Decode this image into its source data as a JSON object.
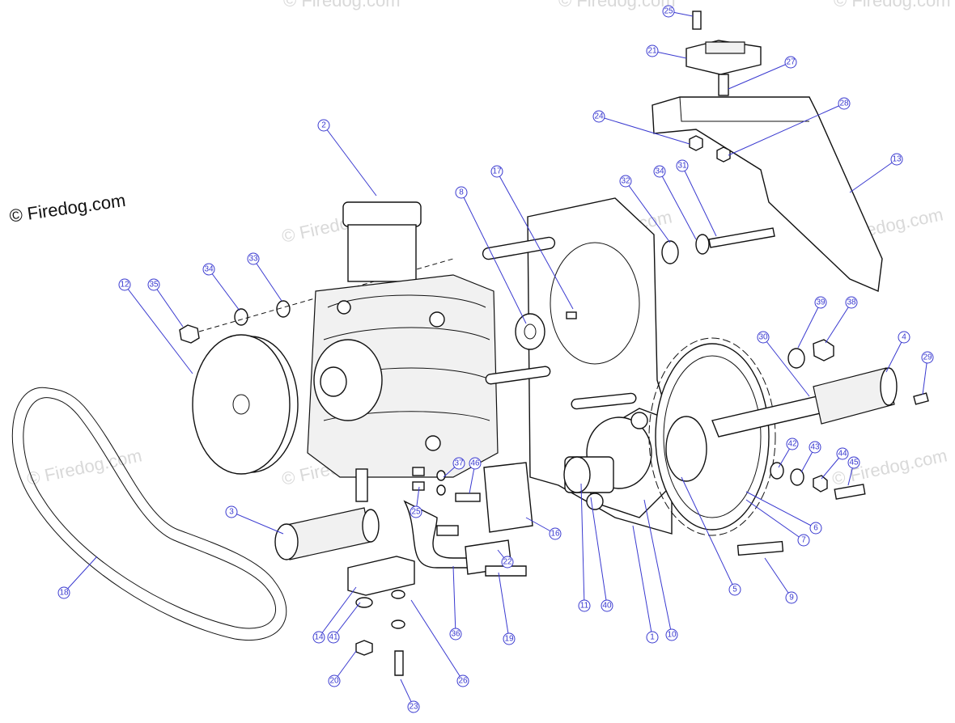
{
  "copyright_text": "© Firedog.com",
  "watermark_text": "© Firedog.com",
  "watermark_color": "#d9d9d9",
  "callout_color": "#3a3ad0",
  "callouts": [
    {
      "label": "25"
    },
    {
      "label": "21"
    },
    {
      "label": "27"
    },
    {
      "label": "24"
    },
    {
      "label": "28"
    },
    {
      "label": "13"
    },
    {
      "label": "2"
    },
    {
      "label": "17"
    },
    {
      "label": "8"
    },
    {
      "label": "32"
    },
    {
      "label": "34"
    },
    {
      "label": "31"
    },
    {
      "label": "12"
    },
    {
      "label": "35"
    },
    {
      "label": "34"
    },
    {
      "label": "33"
    },
    {
      "label": "39"
    },
    {
      "label": "38"
    },
    {
      "label": "30"
    },
    {
      "label": "4"
    },
    {
      "label": "29"
    },
    {
      "label": "42"
    },
    {
      "label": "43"
    },
    {
      "label": "44"
    },
    {
      "label": "45"
    },
    {
      "label": "37"
    },
    {
      "label": "46"
    },
    {
      "label": "25"
    },
    {
      "label": "3"
    },
    {
      "label": "16"
    },
    {
      "label": "22"
    },
    {
      "label": "6"
    },
    {
      "label": "7"
    },
    {
      "label": "18"
    },
    {
      "label": "5"
    },
    {
      "label": "9"
    },
    {
      "label": "11"
    },
    {
      "label": "40"
    },
    {
      "label": "1"
    },
    {
      "label": "10"
    },
    {
      "label": "14"
    },
    {
      "label": "41"
    },
    {
      "label": "36"
    },
    {
      "label": "19"
    },
    {
      "label": "20"
    },
    {
      "label": "26"
    },
    {
      "label": "23"
    }
  ]
}
